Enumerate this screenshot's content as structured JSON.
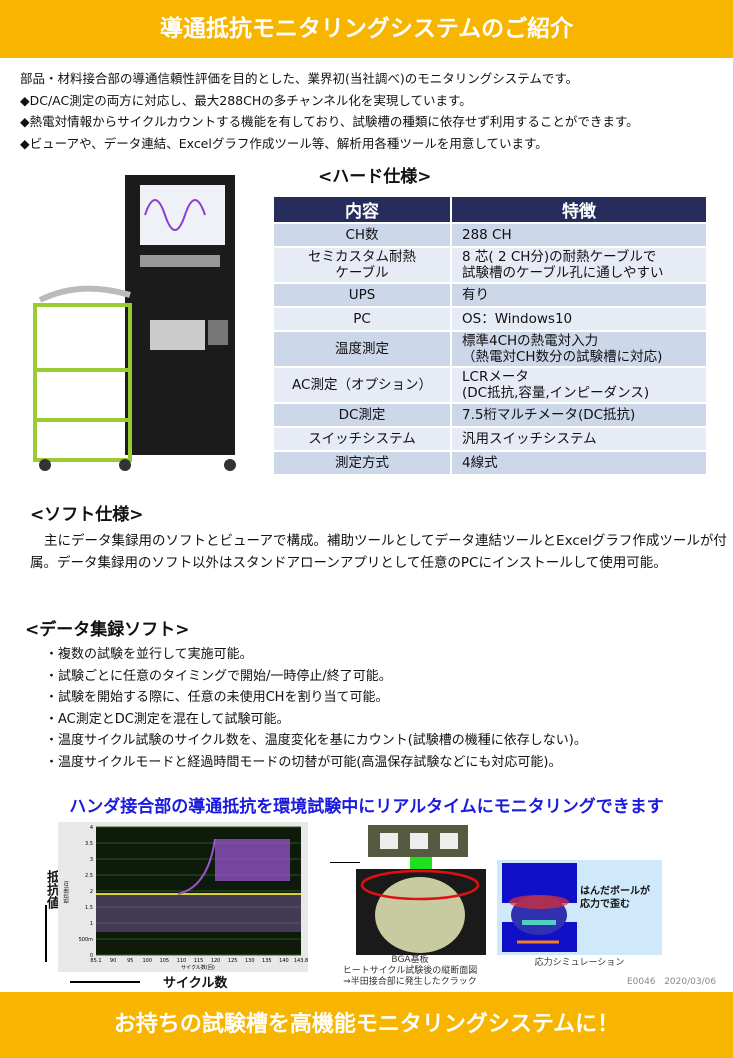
{
  "header": {
    "title": "導通抵抗モニタリングシステムのご紹介"
  },
  "intro": [
    "部品・材料接合部の導通信頼性評価を目的とした、業界初(当社調べ)のモニタリングシステムです。",
    "◆DC/AC測定の両方に対応し、最大288CHの多チャンネル化を実現しています。",
    "◆熱電対情報からサイクルカウントする機能を有しており、試験槽の種類に依存せず利用することができます。",
    "◆ビューアや、データ連結、Excelグラフ作成ツール等、解析用各種ツールを用意しています。"
  ],
  "hard": {
    "title": "<ハード仕様>",
    "headers": [
      "内容",
      "特徴"
    ],
    "rows": [
      [
        "CH数",
        "288 CH"
      ],
      [
        "セミカスタム耐熱\nケーブル",
        "8 芯( 2 CH分)の耐熱ケーブルで\n試験槽のケーブル孔に通しやすい"
      ],
      [
        "UPS",
        "有り"
      ],
      [
        "PC",
        "OS：Windows10"
      ],
      [
        "温度測定",
        "標準4CHの熱電対入力\n（熱電対CH数分の試験槽に対応)"
      ],
      [
        "AC測定（オプション）",
        "LCRメータ\n(DC抵抗,容量,インピーダンス)"
      ],
      [
        "DC測定",
        "7.5桁マルチメータ(DC抵抗)"
      ],
      [
        "スイッチシステム",
        "汎用スイッチシステム"
      ],
      [
        "測定方式",
        "4線式"
      ]
    ]
  },
  "soft": {
    "title": "<ソフト仕様>",
    "text": "主にデータ集録用のソフトとビューアで構成。補助ツールとしてデータ連結ツールとExcelグラフ作成ツールが付属。データ集録用のソフト以外はスタンドアローンアプリとして任意のPCにインストールして使用可能。"
  },
  "daq": {
    "title": "<データ集録ソフト>",
    "items": [
      "・複数の試験を並行して実施可能。",
      "・試験ごとに任意のタイミングで開始/一時停止/終了可能。",
      "・試験を開始する際に、任意の未使用CHを割り当て可能。",
      "・AC測定とDC測定を混在して試験可能。",
      "・温度サイクル試験のサイクル数を、温度変化を基にカウント(試験槽の機種に依存しない)。",
      "・温度サイクルモードと経過時間モードの切替が可能(高温保存試験などにも対応可能)。"
    ]
  },
  "monitor": {
    "headline": "ハンダ接合部の導通抵抗を環境試験中にリアルタイムにモニタリングできます",
    "y_axis_label": "抵抗値",
    "x_axis_label": "サイクル数",
    "graph": {
      "y_ticks": [
        "0",
        "500m",
        "1",
        "1.5",
        "2",
        "2.5",
        "3",
        "3.5",
        "4"
      ],
      "x_ticks": [
        "85.1",
        "90",
        "95",
        "100",
        "105",
        "110",
        "115",
        "120",
        "125",
        "130",
        "135",
        "140",
        "143.8"
      ],
      "inner_xlabel": "サイクル数(回)",
      "inner_ylabel": "抵抗値(Ω)"
    },
    "cross_section_caption": [
      "BGA基板",
      "ヒートサイクル試験後の縦断面図",
      "⇒半田接合部に発生したクラック"
    ],
    "sim_caption": "応力シミュレーション",
    "sim_note": "はんだボールが\n応力で歪む"
  },
  "footer_meta": {
    "code": "E0046",
    "date": "2020/03/06"
  },
  "footer": {
    "text": "お持ちの試験槽を高機能モニタリングシステムに！"
  }
}
